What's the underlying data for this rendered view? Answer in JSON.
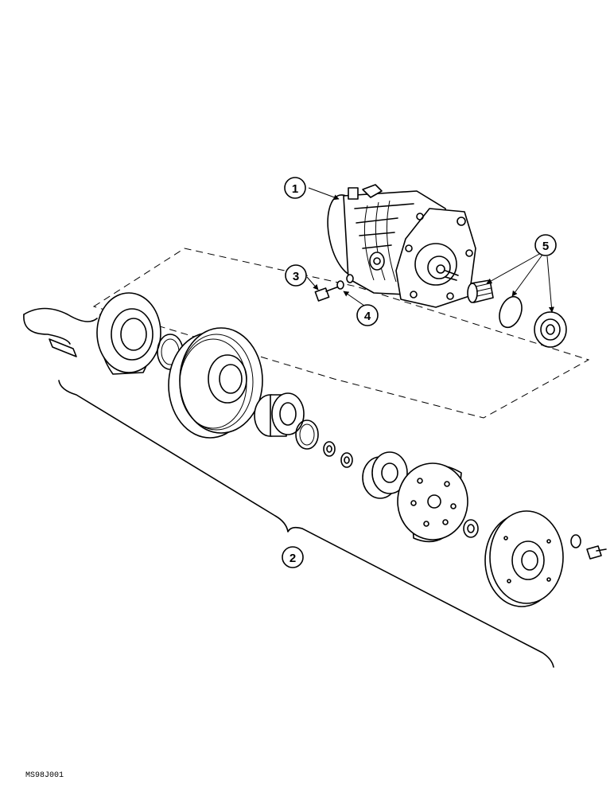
{
  "callouts": [
    {
      "number": "1"
    },
    {
      "number": "2"
    },
    {
      "number": "3"
    },
    {
      "number": "4"
    },
    {
      "number": "5"
    }
  ],
  "footer_code": "MS98J001"
}
